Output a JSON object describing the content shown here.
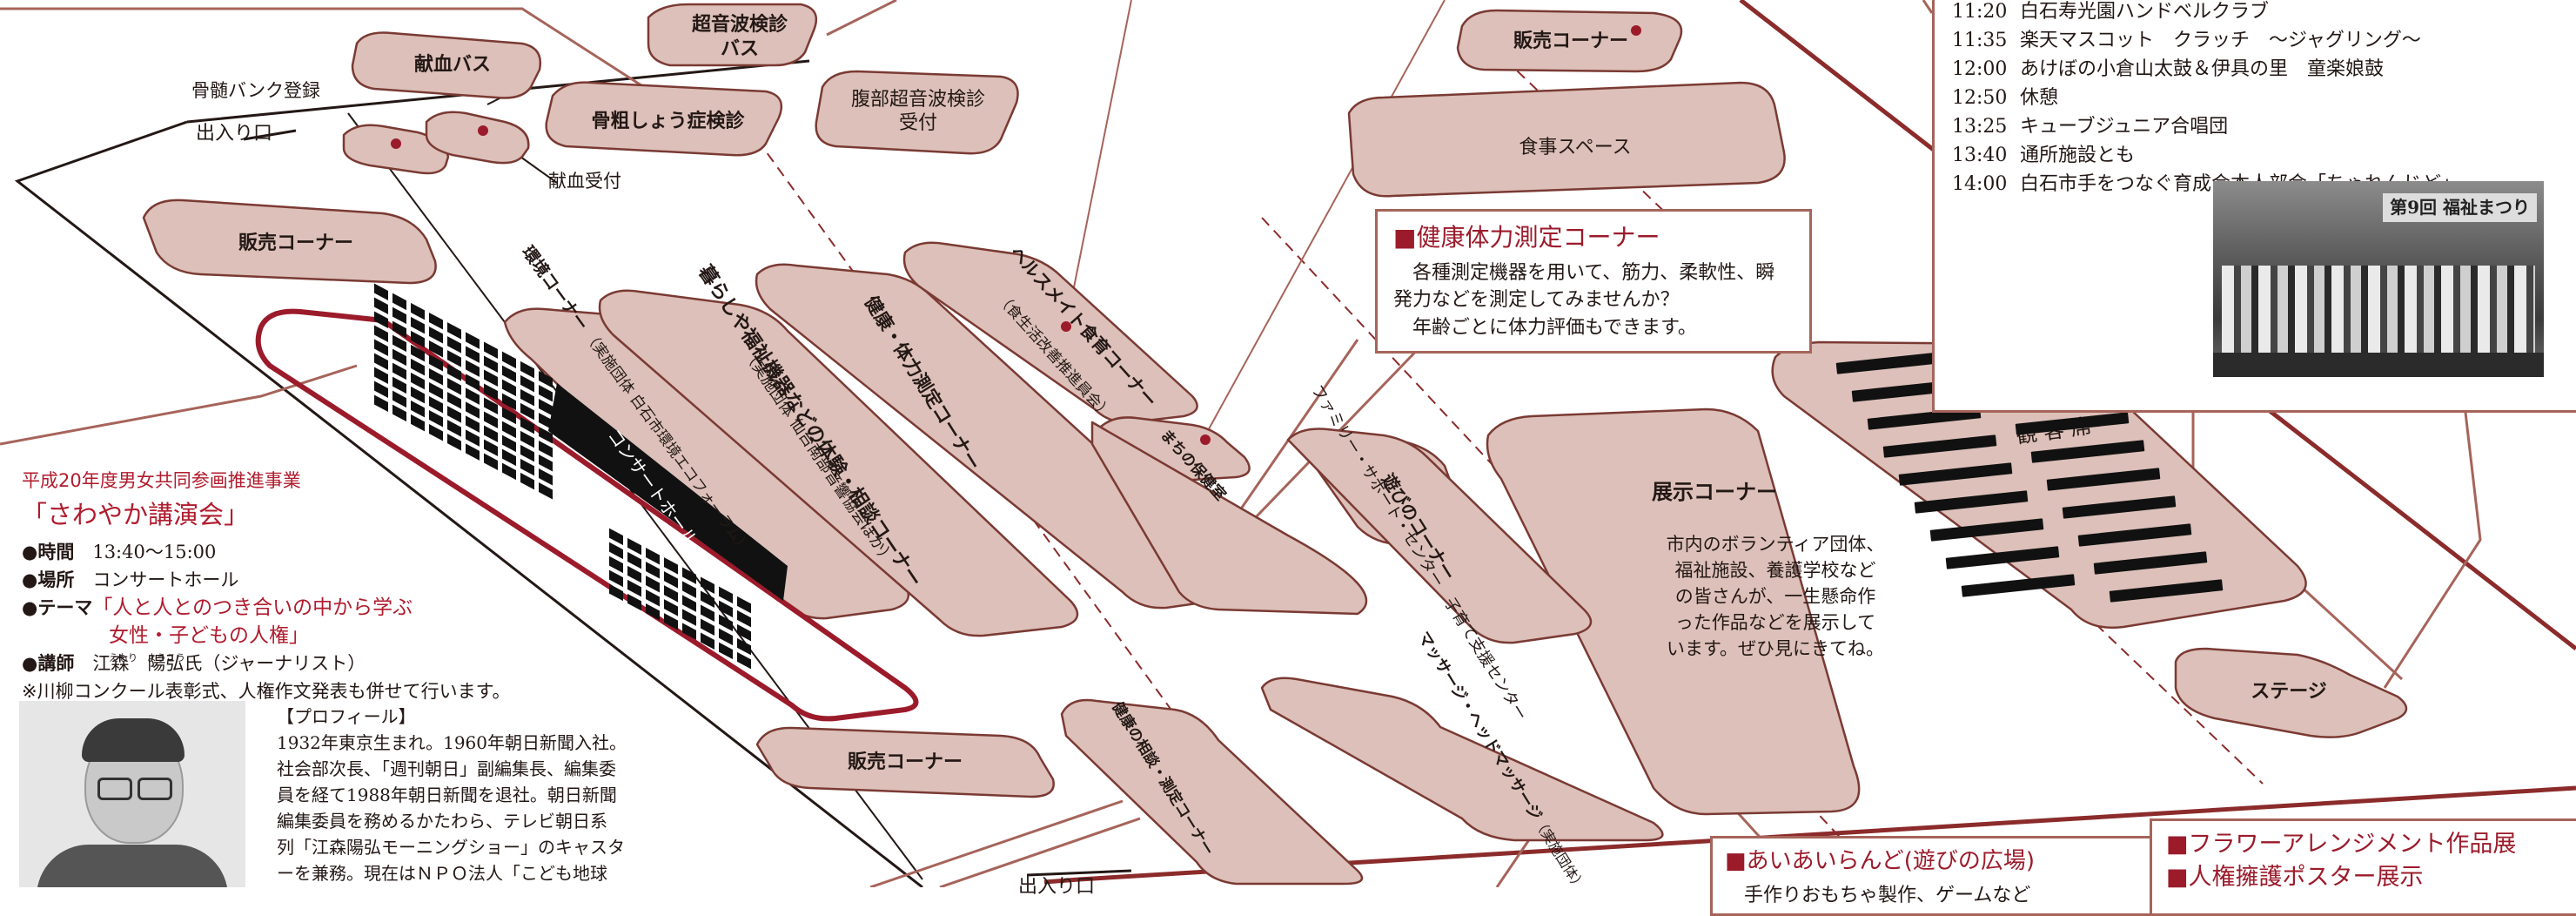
{
  "booths": {
    "ultrasound_bus": "超音波検診\nバス",
    "blood_bus": "献血バス",
    "osteoporosis": "骨粗しょう症検診",
    "abdominal_ultrasound": "腹部超音波検診\n受付",
    "sales_top": "販売コーナー",
    "food_space": "食事スペース",
    "sales_left": "販売コーナー",
    "sales_bottom": "販売コーナー",
    "stage": "ステージ",
    "audience": "観 客 席",
    "exhibition_title": "展示コーナー",
    "exhibition_desc": "市内のボランティア団体、\n福祉施設、養護学校など\nの皆さんが、一生懸命作\nった作品などを展示して\nいます。ぜひ見にきてね。",
    "health_measure": "健康・体力測定コーナー",
    "healthy_lifestyle": "ヘルスメイト食育コーナー",
    "healthy_lifestyle_sub": "（食生活改善推進員会）",
    "town_health": "まちの保健室",
    "consult": "暮らしや福祉機器などの体験・相談コーナー",
    "consult_sub": "（実施団体 仙台南部音響協会ほか）",
    "environment": "環境コーナー",
    "environment_sub": "（実施団体 白石市環境エコフォーラム）",
    "play": "遊びのコーナー",
    "play_sub": "ファミリー・サポート・センター　子育て支援センター",
    "massage": "マッサージ・ヘッドマッサージ",
    "massage_sub": "（実施団体）",
    "body_checks": "健康の相談・測定コーナー",
    "concert_hall": "コンサートホール",
    "entrance_top": "出入り口",
    "entrance_bottom": "出入り口",
    "bone_marrow": "骨髄バンク登録",
    "blood_reception": "献血受付"
  },
  "callouts": {
    "fitness_title": "■健康体力測定コーナー",
    "fitness_body": "　各種測定機器を用いて、筋力、柔軟性、瞬\n発力などを測定してみませんか？\n　年齢ごとに体力評価もできます。",
    "aiai_title": "■あいあいらんど(遊びの広場)",
    "aiai_body": "　手作りおもちゃ製作、ゲームなど",
    "flower": "■フラワーアレンジメント作品展",
    "poster": "■人権擁護ポスター展示"
  },
  "lecture": {
    "program": "平成20年度男女共同参画推進事業",
    "title": "「さわやか講演会」",
    "time_label": "●時間",
    "time": "13:40〜15:00",
    "place_label": "●場所",
    "place": "コンサートホール",
    "theme_label": "●テーマ",
    "theme_line1": "「人と人とのつき合いの中から学ぶ",
    "theme_line2": "女性・子どもの人権」",
    "speaker_label": "●講師",
    "speaker": "江森　陽弘氏（ジャーナリスト）",
    "speaker_ruby": "えもり　ようこう",
    "note": "※川柳コンクール表彰式、人権作文発表も併せて行います。",
    "profile_title": "【プロフィール】",
    "profile": "1932年東京生まれ。1960年朝日新聞入社。\n社会部次長、「週刊朝日」副編集長、編集委\n員を経て1988年朝日新聞を退社。朝日新聞\n編集委員を務めるかたわら、テレビ朝日系\n列「江森陽弘モーニングショー」のキャスタ\nーを兼務。現在はＮＰＯ法人「こども地球"
  },
  "schedule": [
    {
      "time": "11:20",
      "item": "白石寿光園ハンドベルクラブ"
    },
    {
      "time": "11:35",
      "item": "楽天マスコット　クラッチ　〜ジャグリング〜"
    },
    {
      "time": "12:00",
      "item": "あけぼの小倉山太鼓＆伊具の里　童楽娘鼓"
    },
    {
      "time": "12:50",
      "item": "休憩"
    },
    {
      "time": "13:25",
      "item": "キューブジュニア合唱団"
    },
    {
      "time": "13:40",
      "item": "通所施設とも"
    },
    {
      "time": "14:00",
      "item": "白石市手をつなぐ育成会本人部会「ちゃれんじど」"
    }
  ],
  "photo_banner": "第9回 福祉まつり",
  "colors": {
    "booth_fill": "#dcc0b9",
    "booth_stroke": "#7a3a33",
    "accent_red": "#b01c2e",
    "frame": "#a6645a"
  }
}
